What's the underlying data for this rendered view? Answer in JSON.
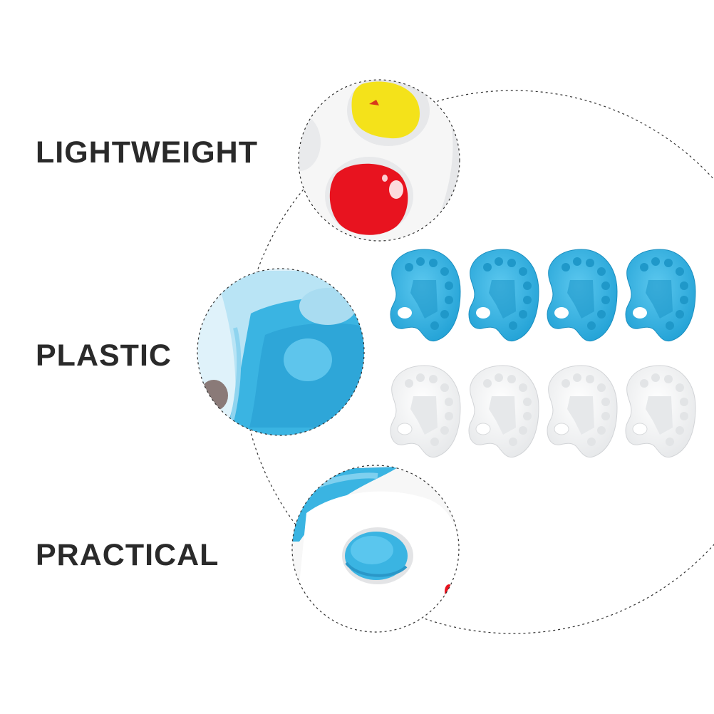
{
  "features": [
    {
      "label": "LIGHTWEIGHT",
      "icon": "paint-palette-closeup-icon"
    },
    {
      "label": "PLASTIC",
      "icon": "plastic-closeup-icon"
    },
    {
      "label": "PRACTICAL",
      "icon": "thumb-hole-closeup-icon"
    }
  ],
  "product": {
    "blue_palette_count": 4,
    "white_palette_count": 4,
    "colors": {
      "blue": "#3ab4e2",
      "blue_dark": "#1f98c9",
      "white": "#f7f7f7",
      "paint_yellow": "#f4e21a",
      "paint_red": "#e8131f",
      "dashed_line": "#333333",
      "text": "#2a2a2a"
    }
  }
}
